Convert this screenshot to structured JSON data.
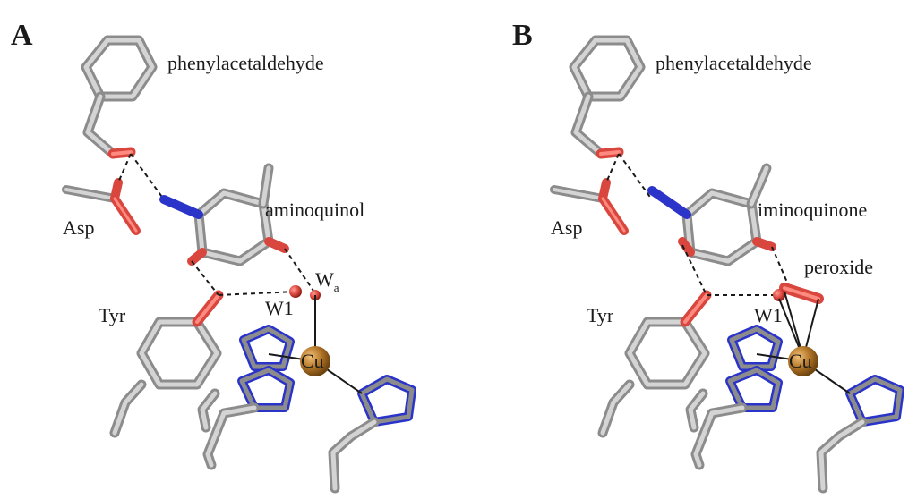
{
  "colors": {
    "carbon": "#9a9a9a",
    "carbon_light": "#cfcfcf",
    "oxygen": "#d9463d",
    "nitrogen": "#2b34c9",
    "copper": "#b37628",
    "hbond": "#1a1a1a"
  },
  "panels": [
    {
      "letter": "A",
      "labels": {
        "substrate": "phenylacetaldehyde",
        "cofactor": "aminoquinol",
        "asp": "Asp",
        "tyr": "Tyr",
        "w1": "W1",
        "wa_main": "W",
        "wa_sub": "a",
        "cu": "Cu"
      }
    },
    {
      "letter": "B",
      "labels": {
        "substrate": "phenylacetaldehyde",
        "cofactor": "iminoquinone",
        "peroxide": "peroxide",
        "asp": "Asp",
        "tyr": "Tyr",
        "w1": "W1",
        "cu": "Cu"
      }
    }
  ]
}
